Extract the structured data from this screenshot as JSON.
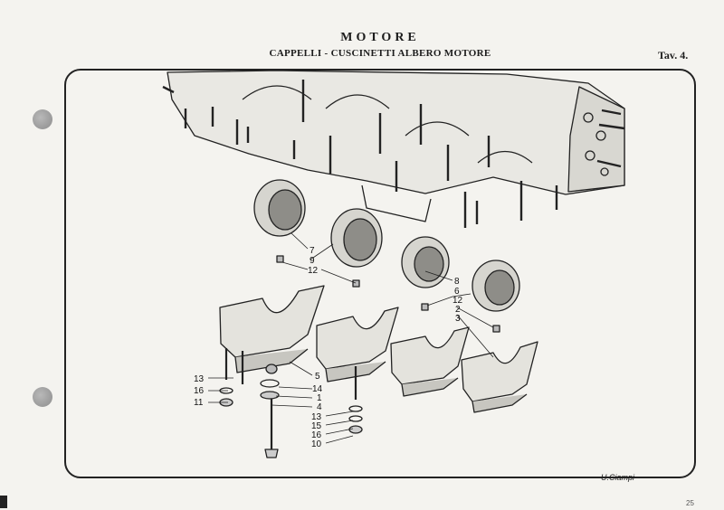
{
  "header": {
    "title": "MOTORE",
    "subtitle": "CAPPELLI - CUSCINETTI ALBERO MOTORE",
    "plate": "Tav. 4."
  },
  "callouts": {
    "c7": "7",
    "c9": "9",
    "c12a": "12",
    "c8": "8",
    "c6": "6",
    "c12b": "12",
    "c2": "2",
    "c3": "3",
    "c13a": "13",
    "c16a": "16",
    "c11": "11",
    "c5": "5",
    "c14": "14",
    "c1": "1",
    "c4": "4",
    "c13b": "13",
    "c15": "15",
    "c16b": "16",
    "c10": "10"
  },
  "signature": "U.Ciampi",
  "page_number": "25",
  "colors": {
    "ink": "#1c1c1c",
    "paper": "#f4f3ef",
    "punch_hole": "#9c9c9c"
  }
}
